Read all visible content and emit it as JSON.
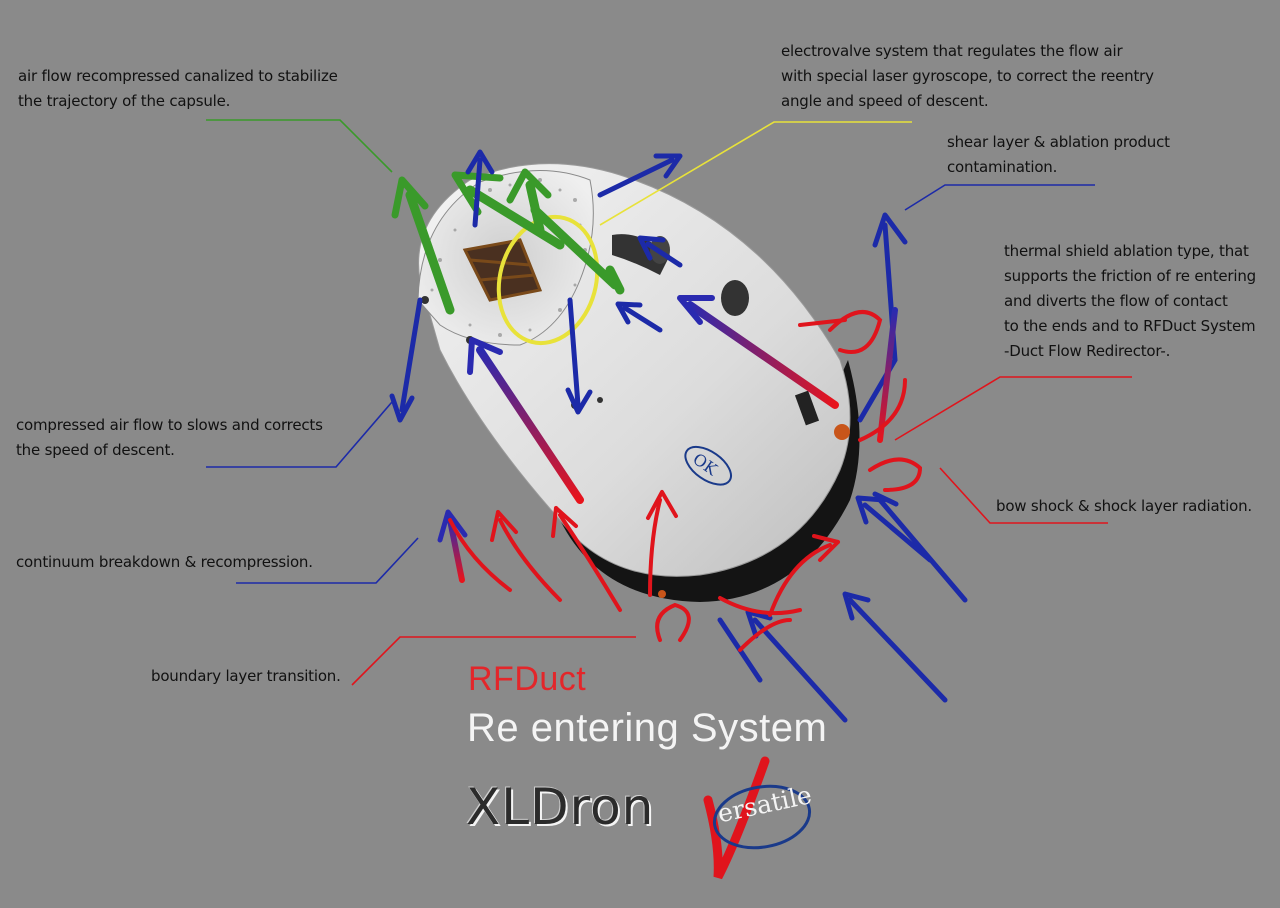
{
  "annotations": {
    "air_flow_stabilize": "air flow recompressed canalized to stabilize\nthe trajectory of the capsule.",
    "electrovalve": "electrovalve system that regulates the flow air\nwith special laser gyroscope, to correct the reentry\nangle and speed of descent.",
    "shear_layer": "shear layer & ablation product\ncontamination.",
    "thermal_shield": "thermal shield ablation type, that\nsupports the friction of re entering\nand diverts the flow of contact\nto the ends and to RFDuct System\n-Duct Flow Redirector-.",
    "compressed_air": "compressed air flow to slows and corrects\nthe speed of descent.",
    "bow_shock": "bow shock & shock layer radiation.",
    "continuum": "continuum breakdown & recompression.",
    "boundary_layer": "boundary layer transition."
  },
  "titles": {
    "brand": "RFDuct",
    "subtitle": "Re entering System",
    "logo": "XLDron",
    "versatile_logo": "ersatile"
  },
  "colors": {
    "background": "#8a8a8a",
    "green_arrow": "#3a9a2a",
    "blue_arrow": "#1c2aa8",
    "red_arrow": "#e0141c",
    "yellow_marker": "#e8e23a",
    "brand_red": "#e3262a"
  }
}
